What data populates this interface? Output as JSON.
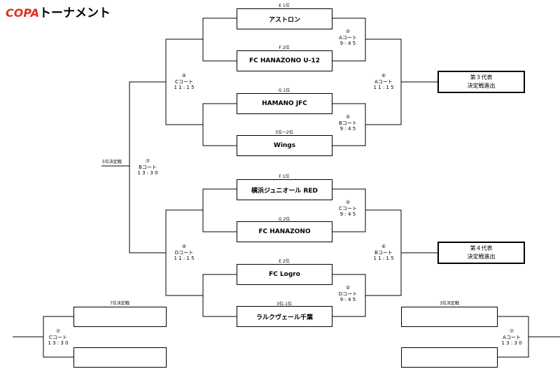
{
  "title": {
    "brand": "COPA",
    "rest": "トーナメント"
  },
  "teams": [
    {
      "seed": "E 1位",
      "name": "アストロン"
    },
    {
      "seed": "F 2位",
      "name": "FC HANAZONO U-12"
    },
    {
      "seed": "G 1位",
      "name": "HAMANO JFC"
    },
    {
      "seed": "3位ー2位",
      "name": "Wings"
    },
    {
      "seed": "F 1位",
      "name": "横浜ジュニオール RED"
    },
    {
      "seed": "G 2位",
      "name": "FC HANAZONO"
    },
    {
      "seed": "E 2位",
      "name": "FC Logro"
    },
    {
      "seed": "3位-1位",
      "name": "ラルクヴェール千葉"
    }
  ],
  "matches": {
    "m1": {
      "no": "②",
      "court": "Aコート",
      "time": "9 : 4 5"
    },
    "m2": {
      "no": "②",
      "court": "Bコート",
      "time": "9 : 4 5"
    },
    "m3": {
      "no": "②",
      "court": "Cコート",
      "time": "9 : 4 5"
    },
    "m4": {
      "no": "②",
      "court": "Dコート",
      "time": "9 : 4 5"
    },
    "c_top": {
      "no": "④",
      "court": "Cコート",
      "time": "1 1 : 1 5"
    },
    "a_top": {
      "no": "④",
      "court": "Aコート",
      "time": "1 1 : 1 5"
    },
    "d_bot": {
      "no": "④",
      "court": "Dコート",
      "time": "1 1 : 1 5"
    },
    "b_bot": {
      "no": "④",
      "court": "Bコート",
      "time": "1 1 : 1 5"
    },
    "fifth": {
      "no": "⑦",
      "court": "Bコート",
      "time": "1 3 : 3 0"
    },
    "seventh": {
      "no": "⑦",
      "court": "Cコート",
      "time": "1 3 : 3 0"
    },
    "third": {
      "no": "⑦",
      "court": "Aコート",
      "time": "1 3 : 3 0"
    }
  },
  "results": {
    "rep3": {
      "line1": "第３代表",
      "line2": "決定戦進出"
    },
    "rep4": {
      "line1": "第４代表",
      "line2": "決定戦進出"
    }
  },
  "labels": {
    "fifth_place": "5位決定戦",
    "seventh_place": "7位決定戦",
    "third_place": "3位決定戦"
  }
}
